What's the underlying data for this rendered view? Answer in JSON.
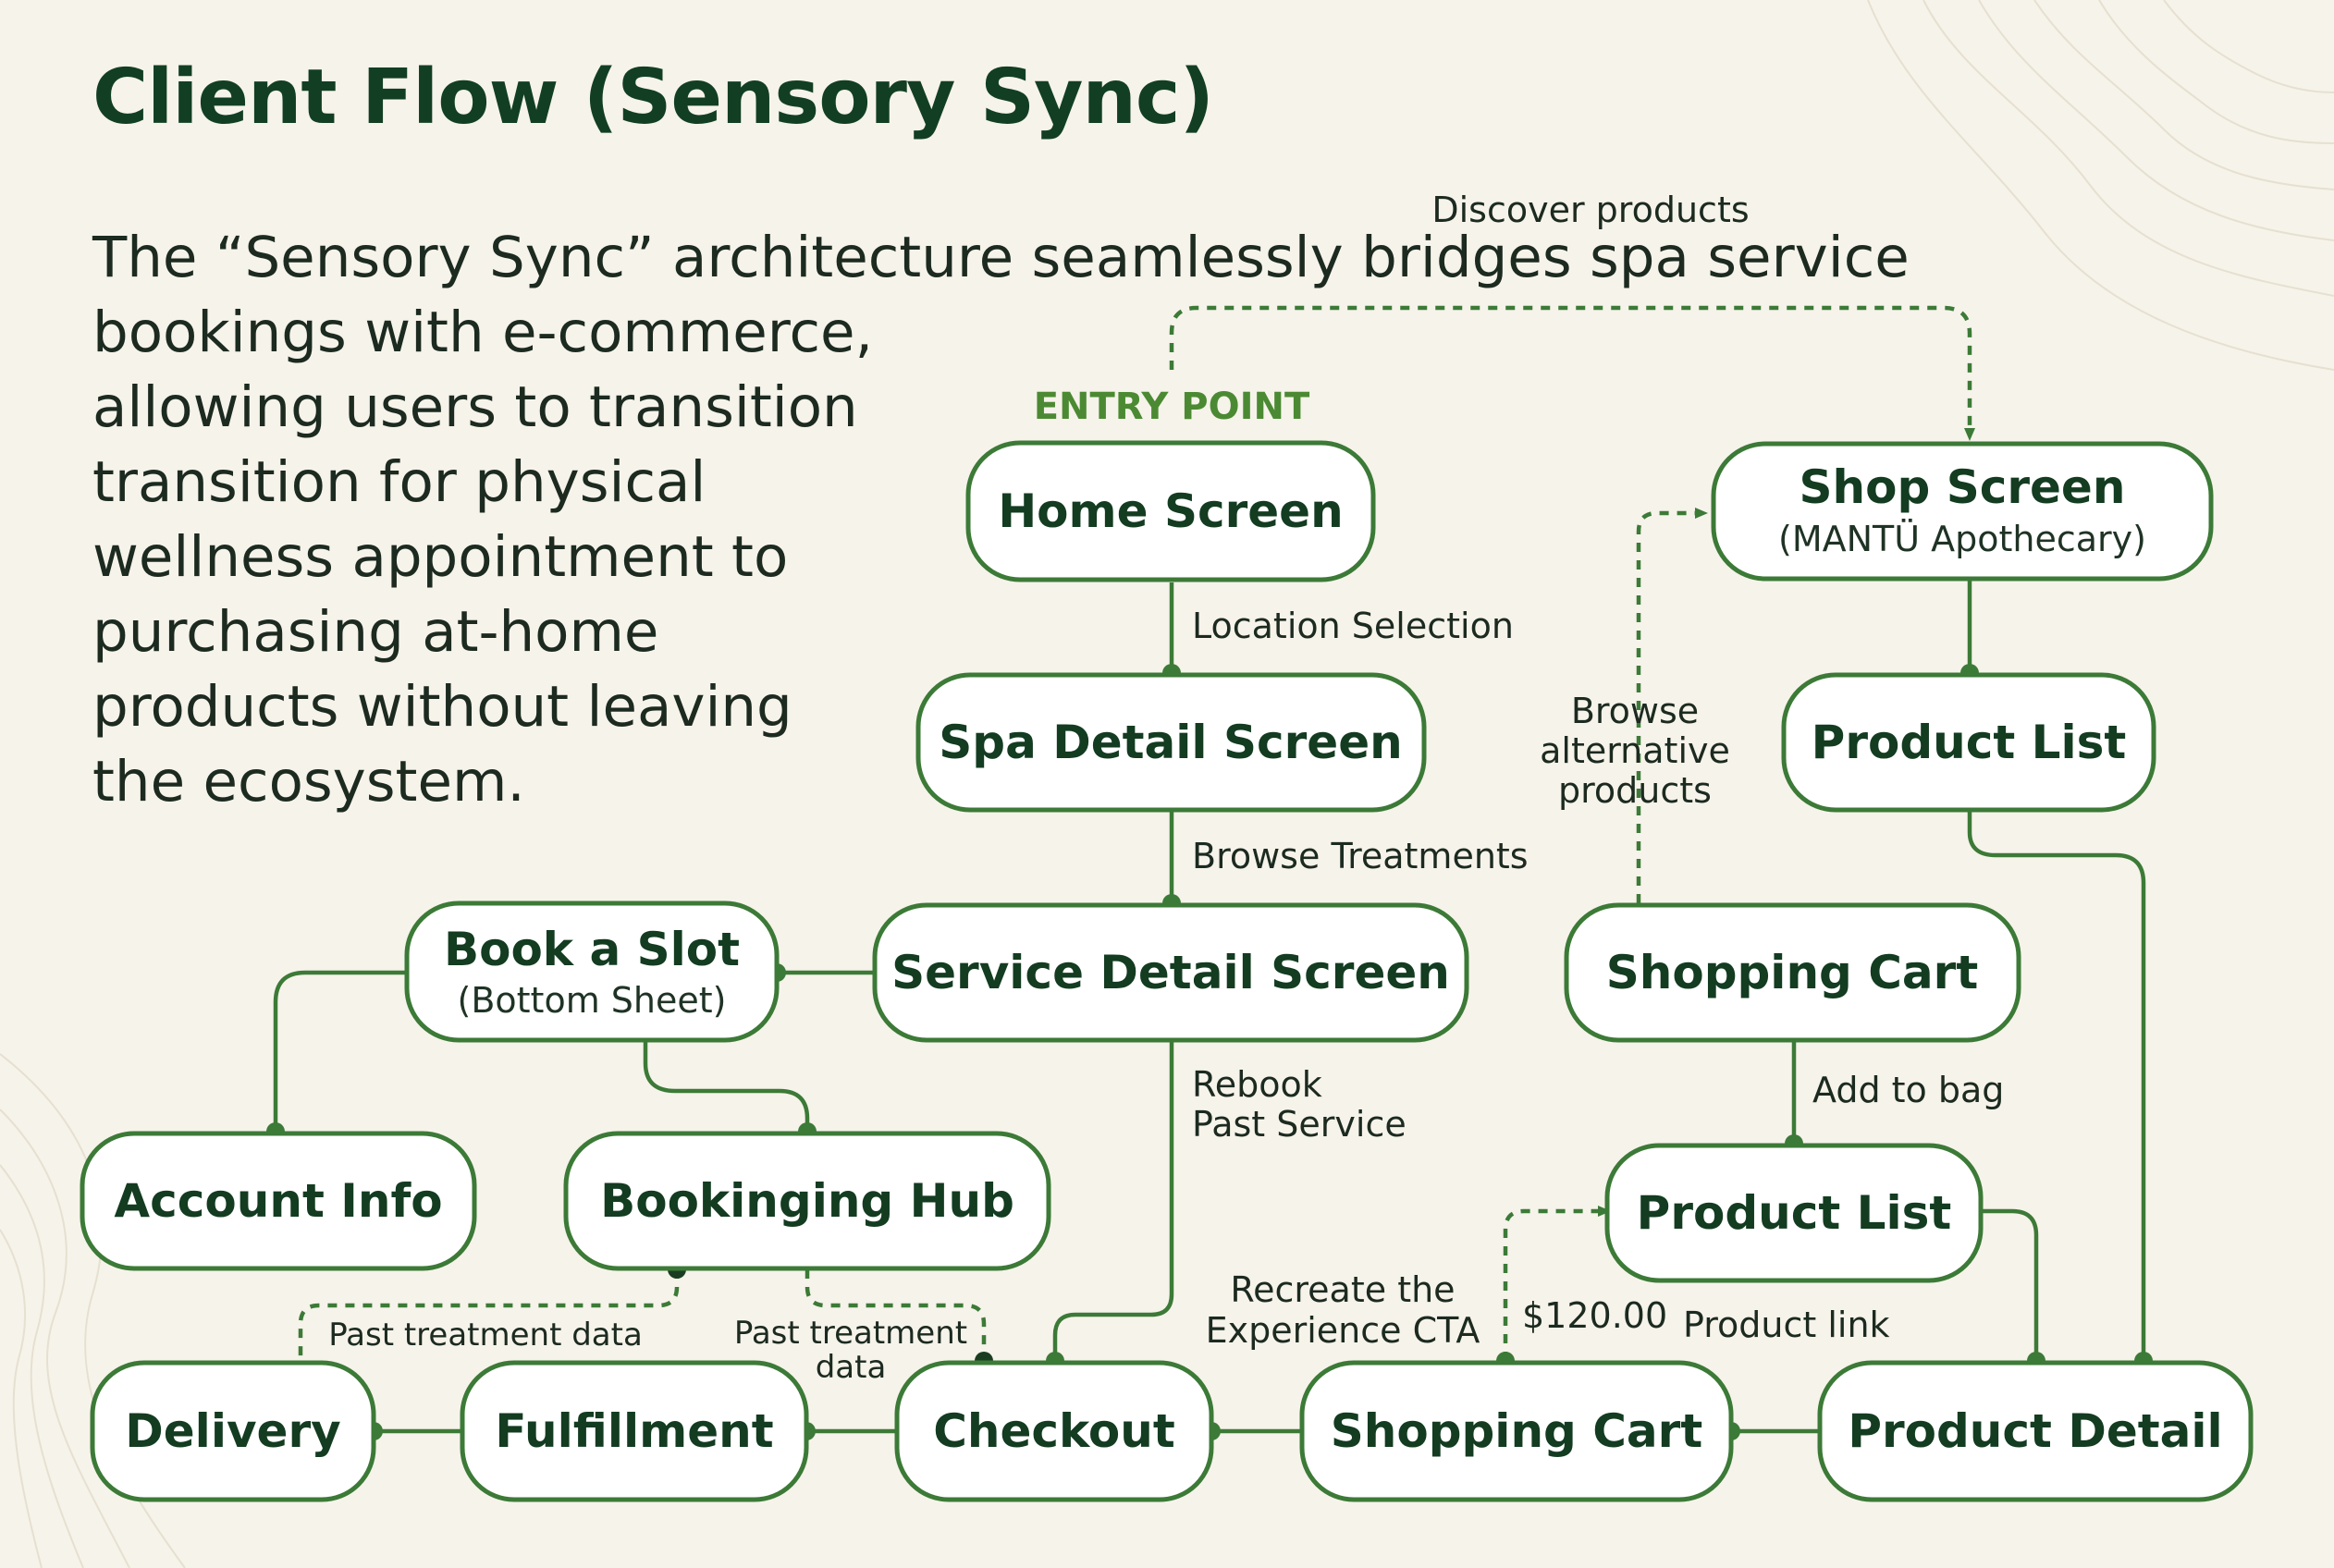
{
  "title": "Client Flow (Sensory Sync)",
  "description_lines": [
    "The “Sensory Sync” architecture seamlessly bridges spa service",
    "bookings with e-commerce,",
    "allowing users to transition",
    "transition for physical",
    "wellness appointment to",
    "purchasing at-home",
    "products without leaving",
    "the ecosystem."
  ],
  "entry_label": "ENTRY POINT",
  "colors": {
    "accent": "#3c7a37",
    "title": "#123f24",
    "background": "#f6f3ea"
  },
  "nodes": {
    "home_screen": {
      "label": "Home Screen"
    },
    "spa_detail": {
      "label": "Spa Detail Screen"
    },
    "service_detail": {
      "label": "Service Detail Screen"
    },
    "book_slot": {
      "label": "Book a Slot",
      "sub": "(Bottom Sheet)"
    },
    "account_info": {
      "label": "Account Info"
    },
    "booking_hub": {
      "label": "Bookinging Hub"
    },
    "delivery": {
      "label": "Delivery"
    },
    "fulfillment": {
      "label": "Fulfillment"
    },
    "checkout": {
      "label": "Checkout"
    },
    "shopping_cart_bottom": {
      "label": "Shopping Cart"
    },
    "product_detail": {
      "label": "Product Detail"
    },
    "shop_screen": {
      "label": "Shop Screen",
      "sub": "(MANTÜ Apothecary)"
    },
    "product_list_top": {
      "label": "Product List"
    },
    "shopping_cart_top": {
      "label": "Shopping Cart"
    },
    "product_list_mid": {
      "label": "Product List"
    }
  },
  "edge_labels": {
    "discover_products": "Discover products",
    "location_selection": "Location Selection",
    "browse_treatments": "Browse Treatments",
    "rebook_1": "Rebook",
    "rebook_2": "Past Service",
    "browse_alt_1": "Browse",
    "browse_alt_2": "alternative",
    "browse_alt_3": "products",
    "add_to_bag": "Add to bag",
    "recreate_1": "Recreate the",
    "recreate_2": "Experience CTA",
    "price": "$120.00",
    "product_link": "Product link",
    "past_treatment_data_1": "Past treatment data",
    "past_treatment_data_2a": "Past treatment",
    "past_treatment_data_2b": "data"
  }
}
